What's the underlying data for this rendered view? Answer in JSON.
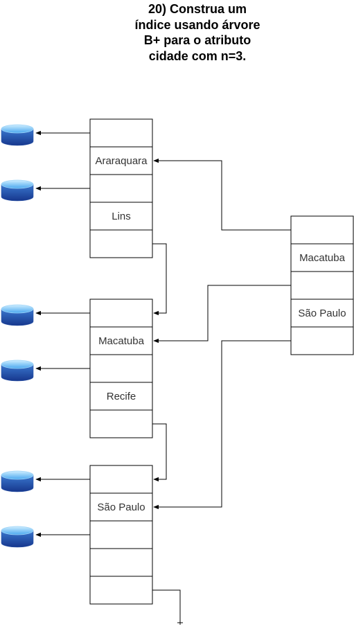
{
  "title": "20) Construa um índice usando árvore B+ para o atributo cidade com n=3.",
  "nodes": {
    "leaf1": [
      "",
      "Araraquara",
      "",
      "Lins",
      ""
    ],
    "leaf2": [
      "",
      "Macatuba",
      "",
      "Recife",
      ""
    ],
    "leaf3": [
      "",
      "São Paulo",
      "",
      "",
      ""
    ],
    "root": [
      "",
      "Macatuba",
      "",
      "São Paulo",
      ""
    ]
  },
  "colors": {
    "stroke": "#000000",
    "text": "#333333",
    "cylinder_top": "#5bb3f0",
    "cylinder_body": "#1b4aa3"
  }
}
